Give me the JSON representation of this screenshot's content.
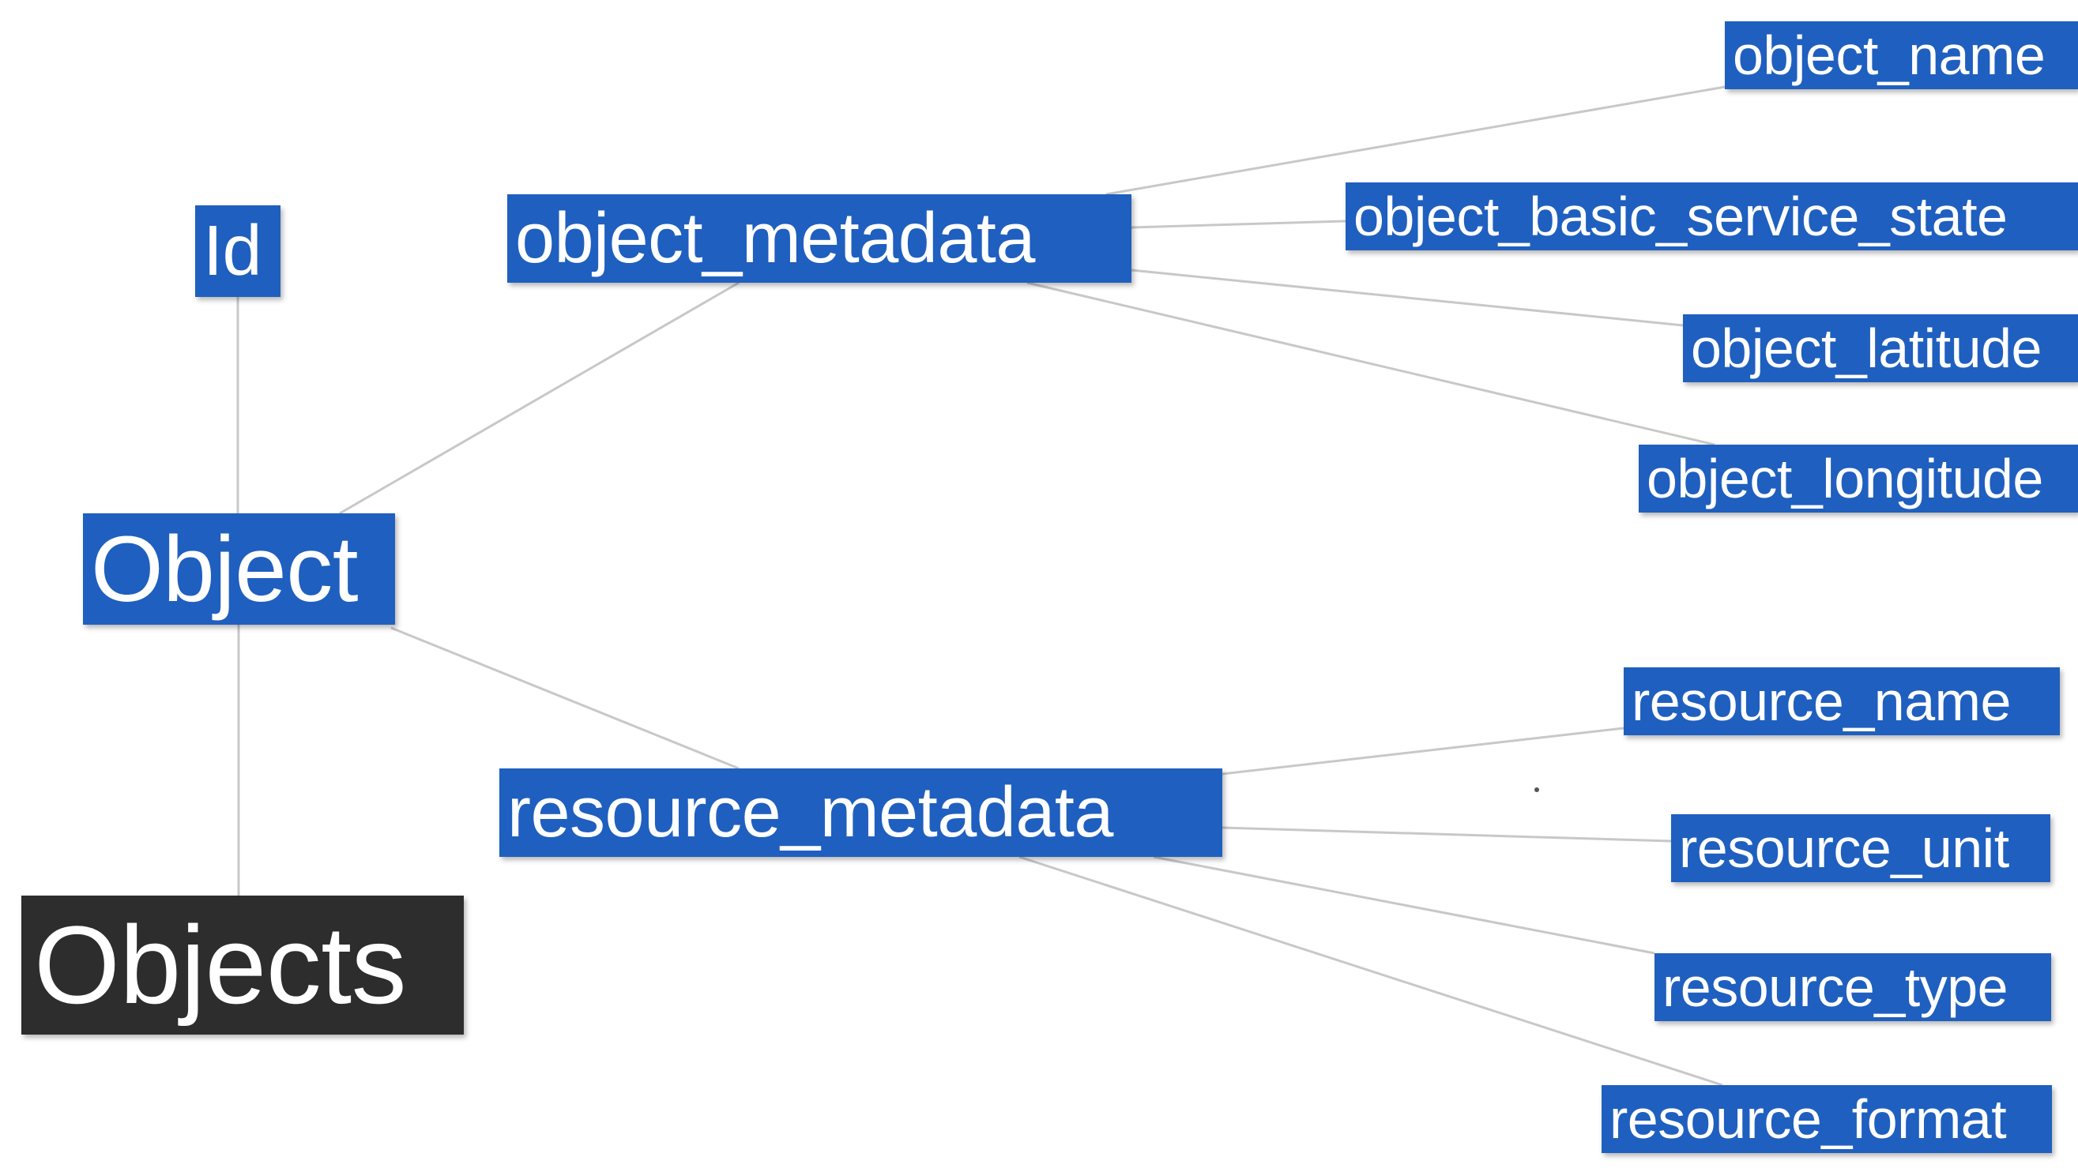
{
  "diagram": {
    "nodes": {
      "objects": "Objects",
      "object": "Object",
      "id": "Id",
      "object_metadata": "object_metadata",
      "resource_metadata": "resource_metadata",
      "object_name": "object_name",
      "object_basic_service_state": "object_basic_service_state",
      "object_latitude": "object_latitude",
      "object_longitude": "object_longitude",
      "resource_name": "resource_name",
      "resource_unit": "resource_unit",
      "resource_type": "resource_type",
      "resource_format": "resource_format"
    },
    "edges": [
      [
        "objects",
        "object"
      ],
      [
        "object",
        "id"
      ],
      [
        "object",
        "object_metadata"
      ],
      [
        "object",
        "resource_metadata"
      ],
      [
        "object_metadata",
        "object_name"
      ],
      [
        "object_metadata",
        "object_basic_service_state"
      ],
      [
        "object_metadata",
        "object_latitude"
      ],
      [
        "object_metadata",
        "object_longitude"
      ],
      [
        "resource_metadata",
        "resource_name"
      ],
      [
        "resource_metadata",
        "resource_unit"
      ],
      [
        "resource_metadata",
        "resource_type"
      ],
      [
        "resource_metadata",
        "resource_format"
      ]
    ],
    "colors": {
      "node_blue": "#1f5fbf",
      "node_dark": "#2d2d2d",
      "edge": "#c8c8c8",
      "text": "#ffffff"
    }
  }
}
